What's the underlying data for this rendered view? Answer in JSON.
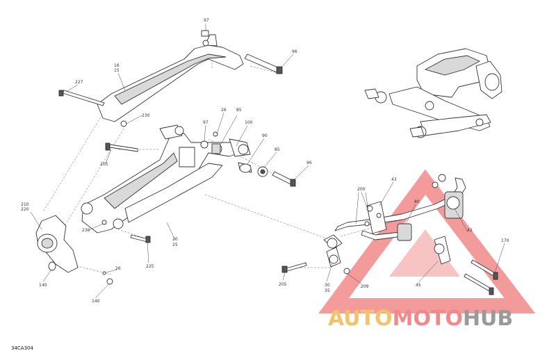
{
  "diagram_code": "34CA304",
  "callouts": [
    {
      "id": "c97a",
      "text": "97"
    },
    {
      "id": "c96a",
      "text": "96"
    },
    {
      "id": "c16",
      "text": "16"
    },
    {
      "id": "c15",
      "text": "15"
    },
    {
      "id": "c227",
      "text": "227"
    },
    {
      "id": "c230a",
      "text": "230"
    },
    {
      "id": "c26a",
      "text": "26"
    },
    {
      "id": "c85a",
      "text": "85"
    },
    {
      "id": "c97b",
      "text": "97"
    },
    {
      "id": "c100",
      "text": "100"
    },
    {
      "id": "c90",
      "text": "90"
    },
    {
      "id": "c85b",
      "text": "85"
    },
    {
      "id": "c96b",
      "text": "96"
    },
    {
      "id": "c205a",
      "text": "205"
    },
    {
      "id": "c210",
      "text": "210"
    },
    {
      "id": "c220",
      "text": "220"
    },
    {
      "id": "c230b",
      "text": "230"
    },
    {
      "id": "c20",
      "text": "20"
    },
    {
      "id": "c25",
      "text": "25"
    },
    {
      "id": "c225",
      "text": "225"
    },
    {
      "id": "c140a",
      "text": "140"
    },
    {
      "id": "c26b",
      "text": "26"
    },
    {
      "id": "c140b",
      "text": "140"
    },
    {
      "id": "c200",
      "text": "200"
    },
    {
      "id": "c43",
      "text": "43"
    },
    {
      "id": "c80",
      "text": "80"
    },
    {
      "id": "c42",
      "text": "42"
    },
    {
      "id": "c170",
      "text": "170"
    },
    {
      "id": "c45",
      "text": "45"
    },
    {
      "id": "c205b",
      "text": "205"
    },
    {
      "id": "c30",
      "text": "30"
    },
    {
      "id": "c35",
      "text": "35"
    },
    {
      "id": "c209",
      "text": "209"
    }
  ],
  "watermark": {
    "part1": "AUTO",
    "part2": "MOTO",
    "part3": "HUB",
    "color1": "#f2c36b",
    "color2": "#f08a8a",
    "color3": "#9a9a9a",
    "triangle_color": "#f07a7a"
  }
}
